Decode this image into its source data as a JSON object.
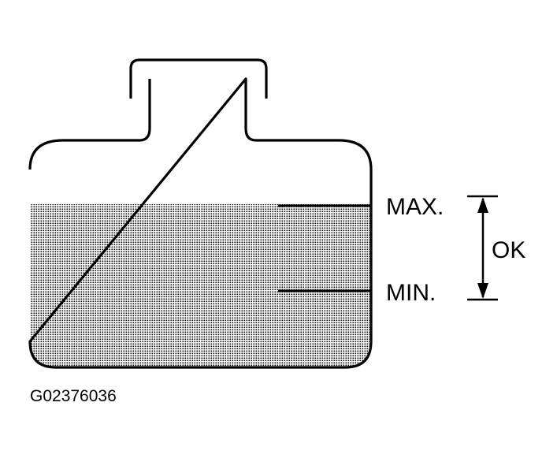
{
  "labels": {
    "max": "MAX.",
    "min": "MIN.",
    "ok": "OK",
    "figure_code": "G02376036"
  },
  "colors": {
    "ink": "#000000",
    "fluid_dots": "#000000",
    "background": "#ffffff"
  }
}
